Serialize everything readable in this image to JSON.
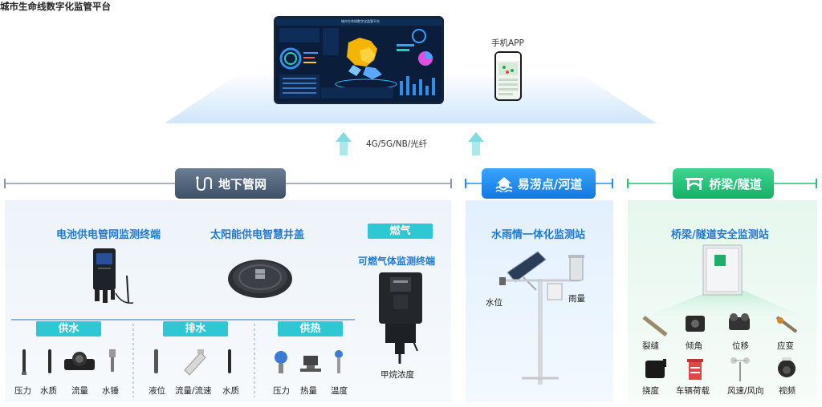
{
  "platform": {
    "title": "城市生命线数字化监管平台",
    "dashboard_title": "城市生命线数字化监管平台"
  },
  "mobile_app": {
    "label": "手机APP"
  },
  "network": {
    "label": "4G/5G/NB/光纤"
  },
  "categories": {
    "underground": {
      "label": "地下管网"
    },
    "flood": {
      "label": "易涝点/河道"
    },
    "bridge": {
      "label": "桥梁/隧道"
    }
  },
  "underground": {
    "battery_terminal": "电池供电管网监测终端",
    "solar_cover": "太阳能供电智慧井盖",
    "gas": {
      "tab": "燃气",
      "terminal": "可燃气体监测终端",
      "item": "甲烷浓度"
    },
    "groups": [
      {
        "tab": "供水",
        "items": [
          "压力",
          "水质",
          "流量",
          "水锤"
        ]
      },
      {
        "tab": "排水",
        "items": [
          "液位",
          "流量/流速",
          "水质"
        ]
      },
      {
        "tab": "供热",
        "items": [
          "压力",
          "热量",
          "温度"
        ]
      }
    ]
  },
  "flood": {
    "station": "水雨情一体化监测站",
    "water_level": "水位",
    "rainfall": "雨量"
  },
  "bridge": {
    "station": "桥梁/隧道安全监测站",
    "items": [
      "裂缝",
      "倾角",
      "位移",
      "应变",
      "挠度",
      "车辆荷载",
      "风速/风向",
      "视频"
    ]
  },
  "colors": {
    "underground_accent": "#4a5e74",
    "flood_accent": "#1e8ff0",
    "bridge_accent": "#20c47a",
    "tab_cyan": "#2ec8d4",
    "title_blue": "#1f78d1",
    "arrow": "#8fe0e4"
  }
}
